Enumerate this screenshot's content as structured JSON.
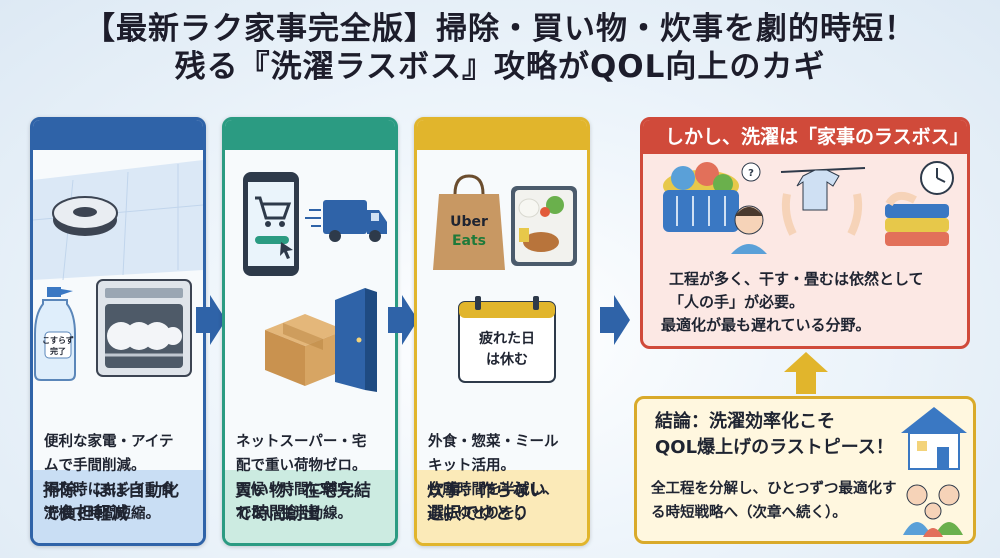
{
  "title": {
    "line1": "【最新ラク家事完全版】掃除・買い物・炊事を劇的時短！",
    "line2": "残る『洗濯ラスボス』攻略がQOL向上のカギ"
  },
  "columns": [
    {
      "heading_lines": [
        "掃除：ほぼ自動化",
        "で負担軽減"
      ],
      "desc_lines": [
        "便利な家電・アイテ",
        "ムで手間削減。",
        "不在時にキレイ、食",
        "洗機で時間短縮。"
      ],
      "spray_label": [
        "こすらず",
        "完了"
      ],
      "color": "#2f63a8"
    },
    {
      "heading_lines": [
        "買い物：在宅完結",
        "で時間創出"
      ],
      "desc_lines": [
        "ネットスーパー・宅",
        "配で重い荷物ゼロ。",
        "天候・時間に縛ら",
        "れない生活動線。"
      ],
      "color": "#2b9b82"
    },
    {
      "heading_lines": [
        "炊事：作らない",
        "選択でゆとり"
      ],
      "desc_lines": [
        "外食・惣菜・ミール",
        "キット活用。",
        "台所時間を半減し、",
        "心にゆとりを。"
      ],
      "bag_label": [
        "Uber",
        "Eats"
      ],
      "calendar_label": [
        "疲れた日",
        "は休む"
      ],
      "color": "#e1b52c"
    }
  ],
  "laundry": {
    "heading": "しかし、洗濯は「家事のラスボス」",
    "lines": [
      "工程が多く、干す・畳むは依然として",
      "「人の手」が必要。",
      "最適化が最も遅れている分野。"
    ],
    "color": "#d04a3a"
  },
  "conclusion": {
    "heading_lines": [
      "結論：洗濯効率化こそ",
      "QOL爆上げのラストピース！"
    ],
    "lines": [
      "全工程を分解し、ひとつずつ最適化す",
      "る時短戦略へ（次章へ続く）。"
    ],
    "color": "#d9aa2a"
  }
}
